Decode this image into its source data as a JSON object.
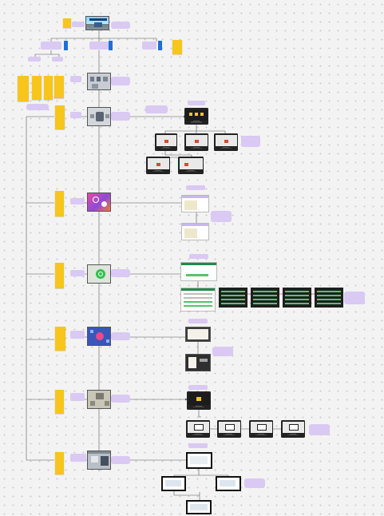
{
  "board": {
    "theme": {
      "sticky": "#f7c51b",
      "label_purple": "#d9c9f3",
      "connector": "#555555",
      "dot_grid": "#c9c9c9",
      "brand_blue": "#1e6fd9"
    }
  },
  "header": {
    "title": "",
    "side_note": "",
    "description": ""
  },
  "top_branch": {
    "left": {
      "label": "",
      "child_a": "",
      "child_b": ""
    },
    "center": {
      "label": ""
    },
    "right": {
      "label": "",
      "note": ""
    }
  },
  "legend": {
    "note_a": "",
    "note_b": "",
    "note_c": "",
    "note_d": "",
    "caption": ""
  },
  "sections": [
    {
      "id": "s1",
      "label": "",
      "description": ""
    },
    {
      "id": "s2",
      "label": "",
      "description": "",
      "callout": "",
      "group_title": "",
      "side_note": ""
    },
    {
      "id": "s3",
      "label": "",
      "description": "",
      "group_title": "",
      "side_note": ""
    },
    {
      "id": "s4",
      "label": "",
      "description": "",
      "group_title": "",
      "side_note": ""
    },
    {
      "id": "s5",
      "label": "",
      "description": "",
      "group_title": "",
      "side_note": ""
    },
    {
      "id": "s6",
      "label": "",
      "description": "",
      "group_title": "",
      "side_note": ""
    },
    {
      "id": "s7",
      "label": "",
      "description": "",
      "group_title": "",
      "side_note": ""
    }
  ],
  "icons": {
    "whatsapp": "whatsapp-icon",
    "chat": "chat-bubble-icon"
  }
}
